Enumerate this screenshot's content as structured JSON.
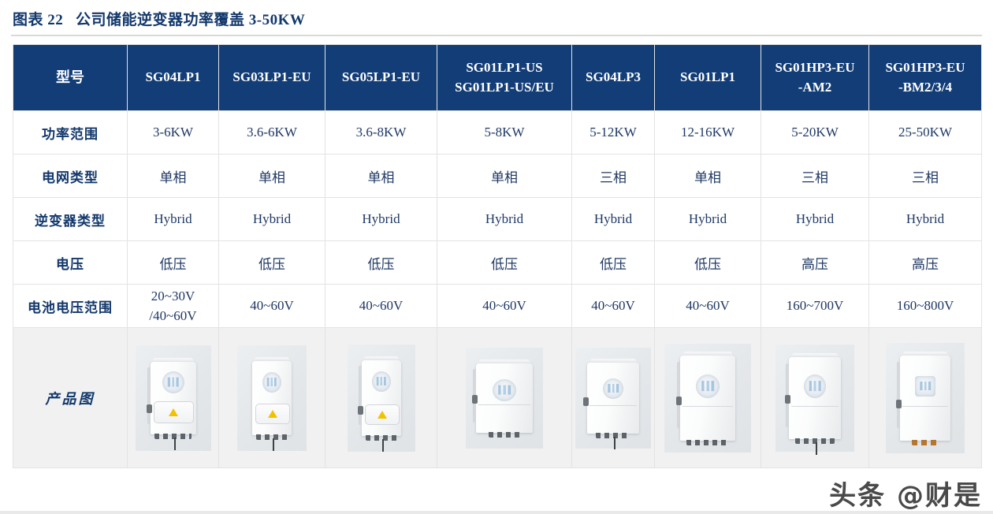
{
  "title": {
    "label": "图表 22",
    "caption": "公司储能逆变器功率覆盖 3-50KW",
    "full": "图表 22   公司储能逆变器功率覆盖 3-50KW"
  },
  "colors": {
    "header_bg": "#123d77",
    "header_text": "#ffffff",
    "body_text": "#1f3864",
    "border": "#e3e3e3",
    "image_row_bg": "#f1f1f1",
    "title_text": "#13386b",
    "watermark": "#3c3c3c"
  },
  "table": {
    "header": {
      "row_label": "型号",
      "columns": [
        {
          "line1": "SG04LP1",
          "line2": ""
        },
        {
          "line1": "SG03LP1-EU",
          "line2": ""
        },
        {
          "line1": "SG05LP1-EU",
          "line2": ""
        },
        {
          "line1": "SG01LP1-US",
          "line2": "SG01LP1-US/EU"
        },
        {
          "line1": "SG04LP3",
          "line2": ""
        },
        {
          "line1": "SG01LP1",
          "line2": ""
        },
        {
          "line1": "SG01HP3-EU",
          "line2": "-AM2"
        },
        {
          "line1": "SG01HP3-EU",
          "line2": "-BM2/3/4"
        }
      ]
    },
    "rows": [
      {
        "label": "功率范围",
        "cells": [
          "3-6KW",
          "3.6-6KW",
          "3.6-8KW",
          "5-8KW",
          "5-12KW",
          "12-16KW",
          "5-20KW",
          "25-50KW"
        ]
      },
      {
        "label": "电网类型",
        "cells": [
          "单相",
          "单相",
          "单相",
          "单相",
          "三相",
          "单相",
          "三相",
          "三相"
        ]
      },
      {
        "label": "逆变器类型",
        "cells": [
          "Hybrid",
          "Hybrid",
          "Hybrid",
          "Hybrid",
          "Hybrid",
          "Hybrid",
          "Hybrid",
          "Hybrid"
        ]
      },
      {
        "label": "电压",
        "cells": [
          "低压",
          "低压",
          "低压",
          "低压",
          "低压",
          "低压",
          "高压",
          "高压"
        ]
      },
      {
        "label": "电池电压范围",
        "cells_multiline": [
          [
            "20~30V",
            "/40~60V"
          ],
          [
            "40~60V"
          ],
          [
            "40~60V"
          ],
          [
            "40~60V"
          ],
          [
            "40~60V"
          ],
          [
            "40~60V"
          ],
          [
            "160~700V"
          ],
          [
            "160~800V"
          ]
        ]
      }
    ],
    "image_row": {
      "label": "产品图",
      "alt_names": [
        "inverter-photo-sg04lp1",
        "inverter-photo-sg03lp1-eu",
        "inverter-photo-sg05lp1-eu",
        "inverter-photo-sg01lp1-us",
        "inverter-photo-sg04lp3",
        "inverter-photo-sg01lp1",
        "inverter-photo-sg01hp3-eu-am2",
        "inverter-photo-sg01hp3-eu-bm2"
      ]
    }
  },
  "watermark": {
    "text": "头条 @财是"
  }
}
